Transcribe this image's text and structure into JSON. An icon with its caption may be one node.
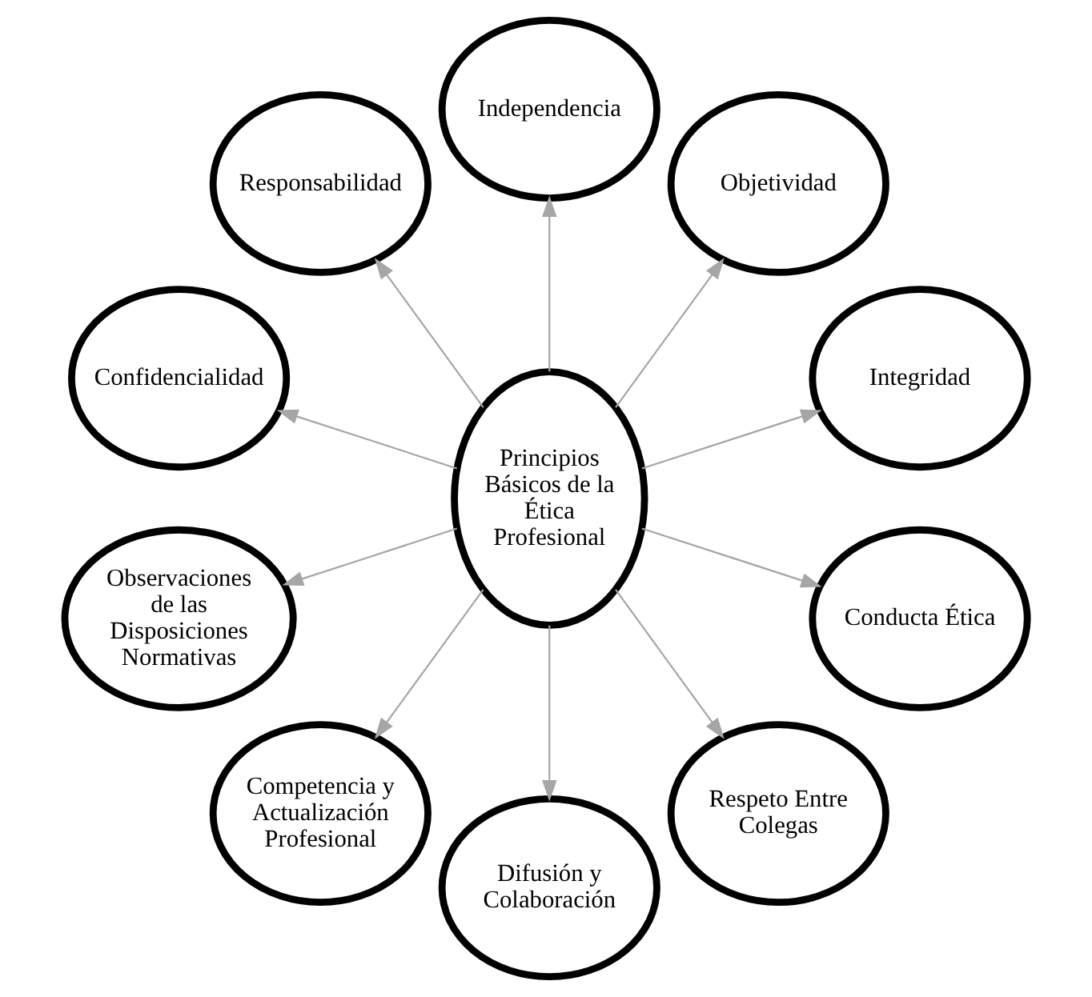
{
  "diagram": {
    "nodes": [
      {
        "text": [
          "Principios Básicos de la Ética Profesional"
        ]
      },
      {
        "text": [
          "Integridad"
        ]
      },
      {
        "text": [
          "Objetividad"
        ]
      },
      {
        "text": [
          "Independencia"
        ]
      },
      {
        "text": [
          "Responsabilidad"
        ]
      },
      {
        "text": [
          "Confidencialidad"
        ]
      },
      {
        "text": [
          "Observaciones de las Disposiciones Normativas"
        ]
      },
      {
        "text": [
          "Competencia y Actualización Profesional"
        ]
      },
      {
        "text": [
          "Difusión y Colaboración"
        ]
      },
      {
        "text": [
          "Respeto Entre Colegas"
        ]
      },
      {
        "text": [
          "Conducta Ética"
        ]
      }
    ],
    "edges": [
      {
        "from": 0,
        "to": 1,
        "arrow": "to"
      },
      {
        "from": 0,
        "to": 2,
        "arrow": "to"
      },
      {
        "from": 0,
        "to": 3,
        "arrow": "to"
      },
      {
        "from": 0,
        "to": 4,
        "arrow": "to"
      },
      {
        "from": 0,
        "to": 5,
        "arrow": "to"
      },
      {
        "from": 0,
        "to": 6,
        "arrow": "to"
      },
      {
        "from": 0,
        "to": 7,
        "arrow": "to"
      },
      {
        "from": 0,
        "to": 8,
        "arrow": "to"
      },
      {
        "from": 0,
        "to": 9,
        "arrow": "to"
      },
      {
        "from": 0,
        "to": 10,
        "arrow": "to"
      }
    ]
  }
}
